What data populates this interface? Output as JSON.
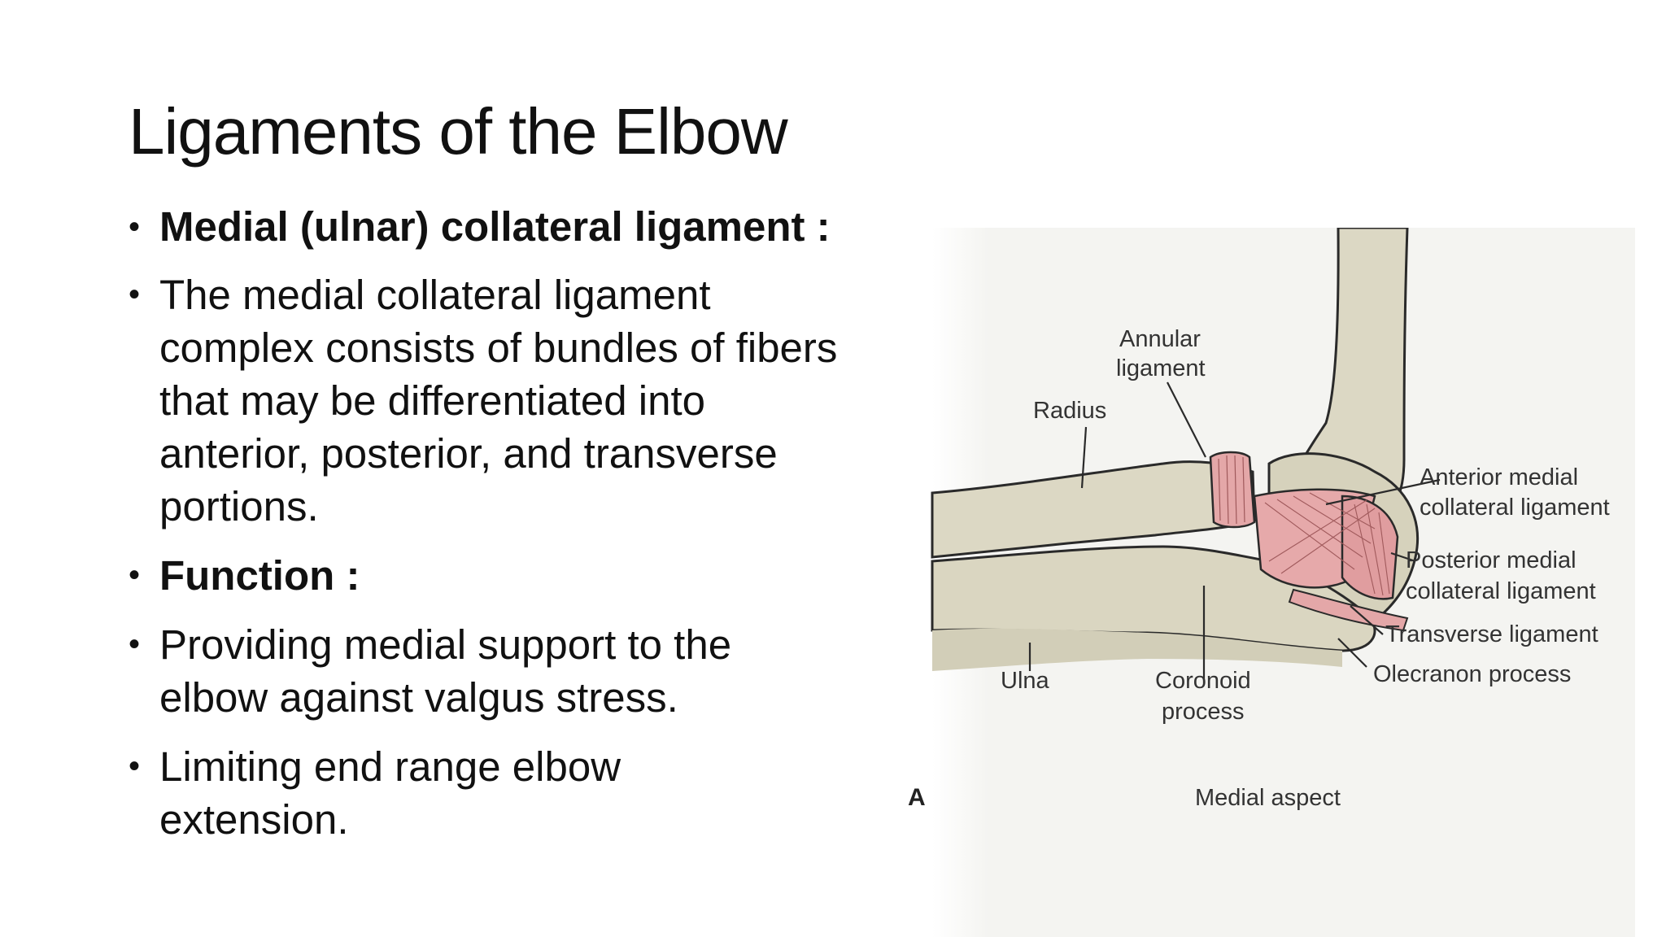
{
  "slide": {
    "title": "Ligaments of the Elbow",
    "bullets": [
      {
        "text": "Medial (ulnar) collateral ligament :",
        "bold": true
      },
      {
        "text": "The medial collateral ligament complex consists of bundles of fibers that may be differentiated into anterior, posterior, and transverse portions.",
        "bold": false
      },
      {
        "text": "Function :",
        "bold": true
      },
      {
        "text": "Providing medial support to the elbow against valgus stress.",
        "bold": false
      },
      {
        "text": "Limiting end range elbow extension.",
        "bold": false
      }
    ]
  },
  "figure": {
    "panel_letter": "A",
    "caption": "Medial aspect",
    "labels": {
      "annular_1": "Annular",
      "annular_2": "ligament",
      "radius": "Radius",
      "anterior_1": "Anterior medial",
      "anterior_2": "collateral ligament",
      "posterior_1": "Posterior medial",
      "posterior_2": "collateral ligament",
      "transverse": "Transverse ligament",
      "olecranon": "Olecranon process",
      "ulna": "Ulna",
      "coronoid_1": "Coronoid",
      "coronoid_2": "process"
    },
    "colors": {
      "bone": "#dcd8c4",
      "ligament": "#e4a7a8",
      "outline": "#2a2a2a"
    }
  }
}
